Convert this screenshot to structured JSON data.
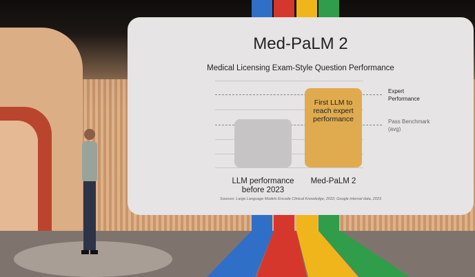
{
  "slide": {
    "title": "Med-PaLM 2",
    "subtitle": "Medical Licensing Exam-Style Question Performance",
    "sources": "Sources: Large Language Models Encode Clinical Knowledge, 2022; Google internal data, 2023"
  },
  "chart_data": {
    "type": "bar",
    "title": "Medical Licensing Exam-Style Question Performance",
    "categories": [
      "LLM performance before 2023",
      "Med-PaLM 2"
    ],
    "values": [
      3.3,
      5.4
    ],
    "annotations": [
      "First LLM to reach expert performance"
    ],
    "reference_lines": [
      {
        "label": "Expert Performance",
        "value": 5
      },
      {
        "label": "Pass Benchmark (avg)",
        "value": 3
      }
    ],
    "ylim": [
      0,
      6
    ],
    "colors": [
      "#c6c4c4",
      "#e0ab4e"
    ],
    "grid": true
  },
  "labels": {
    "bar1": "LLM performance before 2023",
    "bar2": "Med-PaLM 2",
    "annotation": "First LLM to reach expert performance",
    "expert": "Expert Performance",
    "pass": "Pass Benchmark (avg)"
  }
}
